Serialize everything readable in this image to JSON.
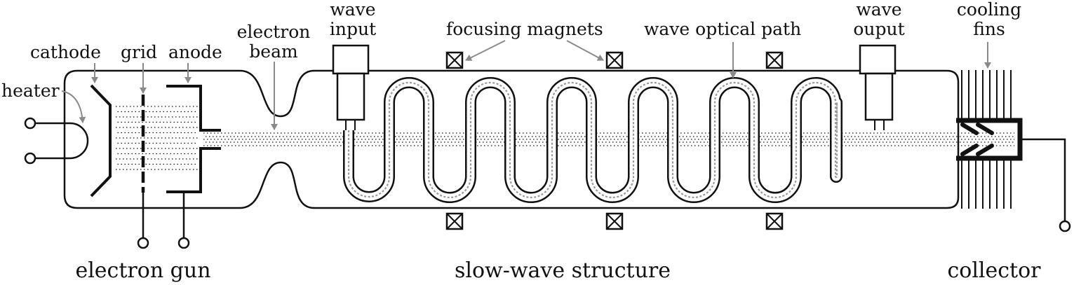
{
  "labels": {
    "heater": "heater",
    "cathode": "cathode",
    "grid": "grid",
    "anode": "anode",
    "electron_beam_1": "electron",
    "electron_beam_2": "beam",
    "wave_input_1": "wave",
    "wave_input_2": "input",
    "focusing_magnets": "focusing magnets",
    "wave_optical_path": "wave optical path",
    "wave_output_1": "wave",
    "wave_output_2": "ouput",
    "cooling_fins_1": "cooling",
    "cooling_fins_2": "fins"
  },
  "sections": {
    "electron_gun": "electron gun",
    "slow_wave_structure": "slow-wave structure",
    "collector": "collector"
  },
  "colors": {
    "ink": "#111111",
    "arrow": "#8a8a8a",
    "wave": "#9a9a9a"
  },
  "meander_loops": 6,
  "magnets_per_row": 3
}
